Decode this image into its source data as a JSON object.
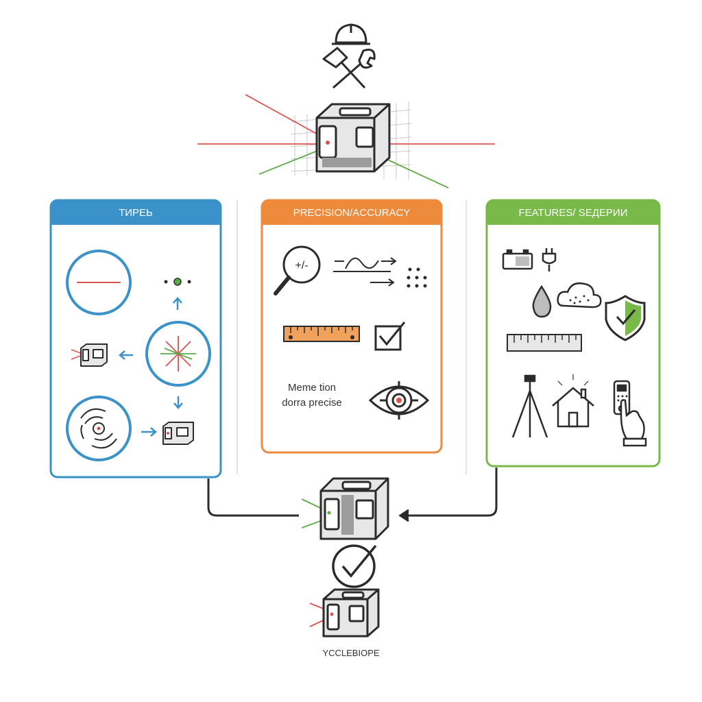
{
  "panels": {
    "left": {
      "title": "ТИРЕЬ",
      "color": "#3a92c9"
    },
    "middle": {
      "title": "PRECISION/ACCURACY",
      "color": "#ee8a3c",
      "note_line1": "Meme tion",
      "note_line2": "dorra precise"
    },
    "right": {
      "title": "FEATURES/ ЅЕДЕРИИ",
      "color": "#79b94a"
    }
  },
  "bottom_label": "YCCLEBIOPE",
  "colors": {
    "laser_red": "#d9534f",
    "laser_green": "#5cab47",
    "ink": "#2b2b2b",
    "device_fill": "#e7e7e7"
  },
  "icons": [
    "hard-hat-icon",
    "hammer-icon",
    "wrench-icon",
    "laser-level-icon",
    "horizontal-line-circle-icon",
    "dot-pattern-icon",
    "cross-line-circle-icon",
    "rotary-circle-icon",
    "magnifier-plus-minus-icon",
    "wave-arrow-icon",
    "dot-grid-icon",
    "ruler-icon",
    "checkbox-icon",
    "target-eye-icon",
    "battery-icon",
    "plug-icon",
    "water-drop-icon",
    "dust-cloud-icon",
    "shield-check-icon",
    "measuring-tape-icon",
    "tripod-icon",
    "house-icon",
    "remote-control-icon",
    "check-circle-icon"
  ]
}
